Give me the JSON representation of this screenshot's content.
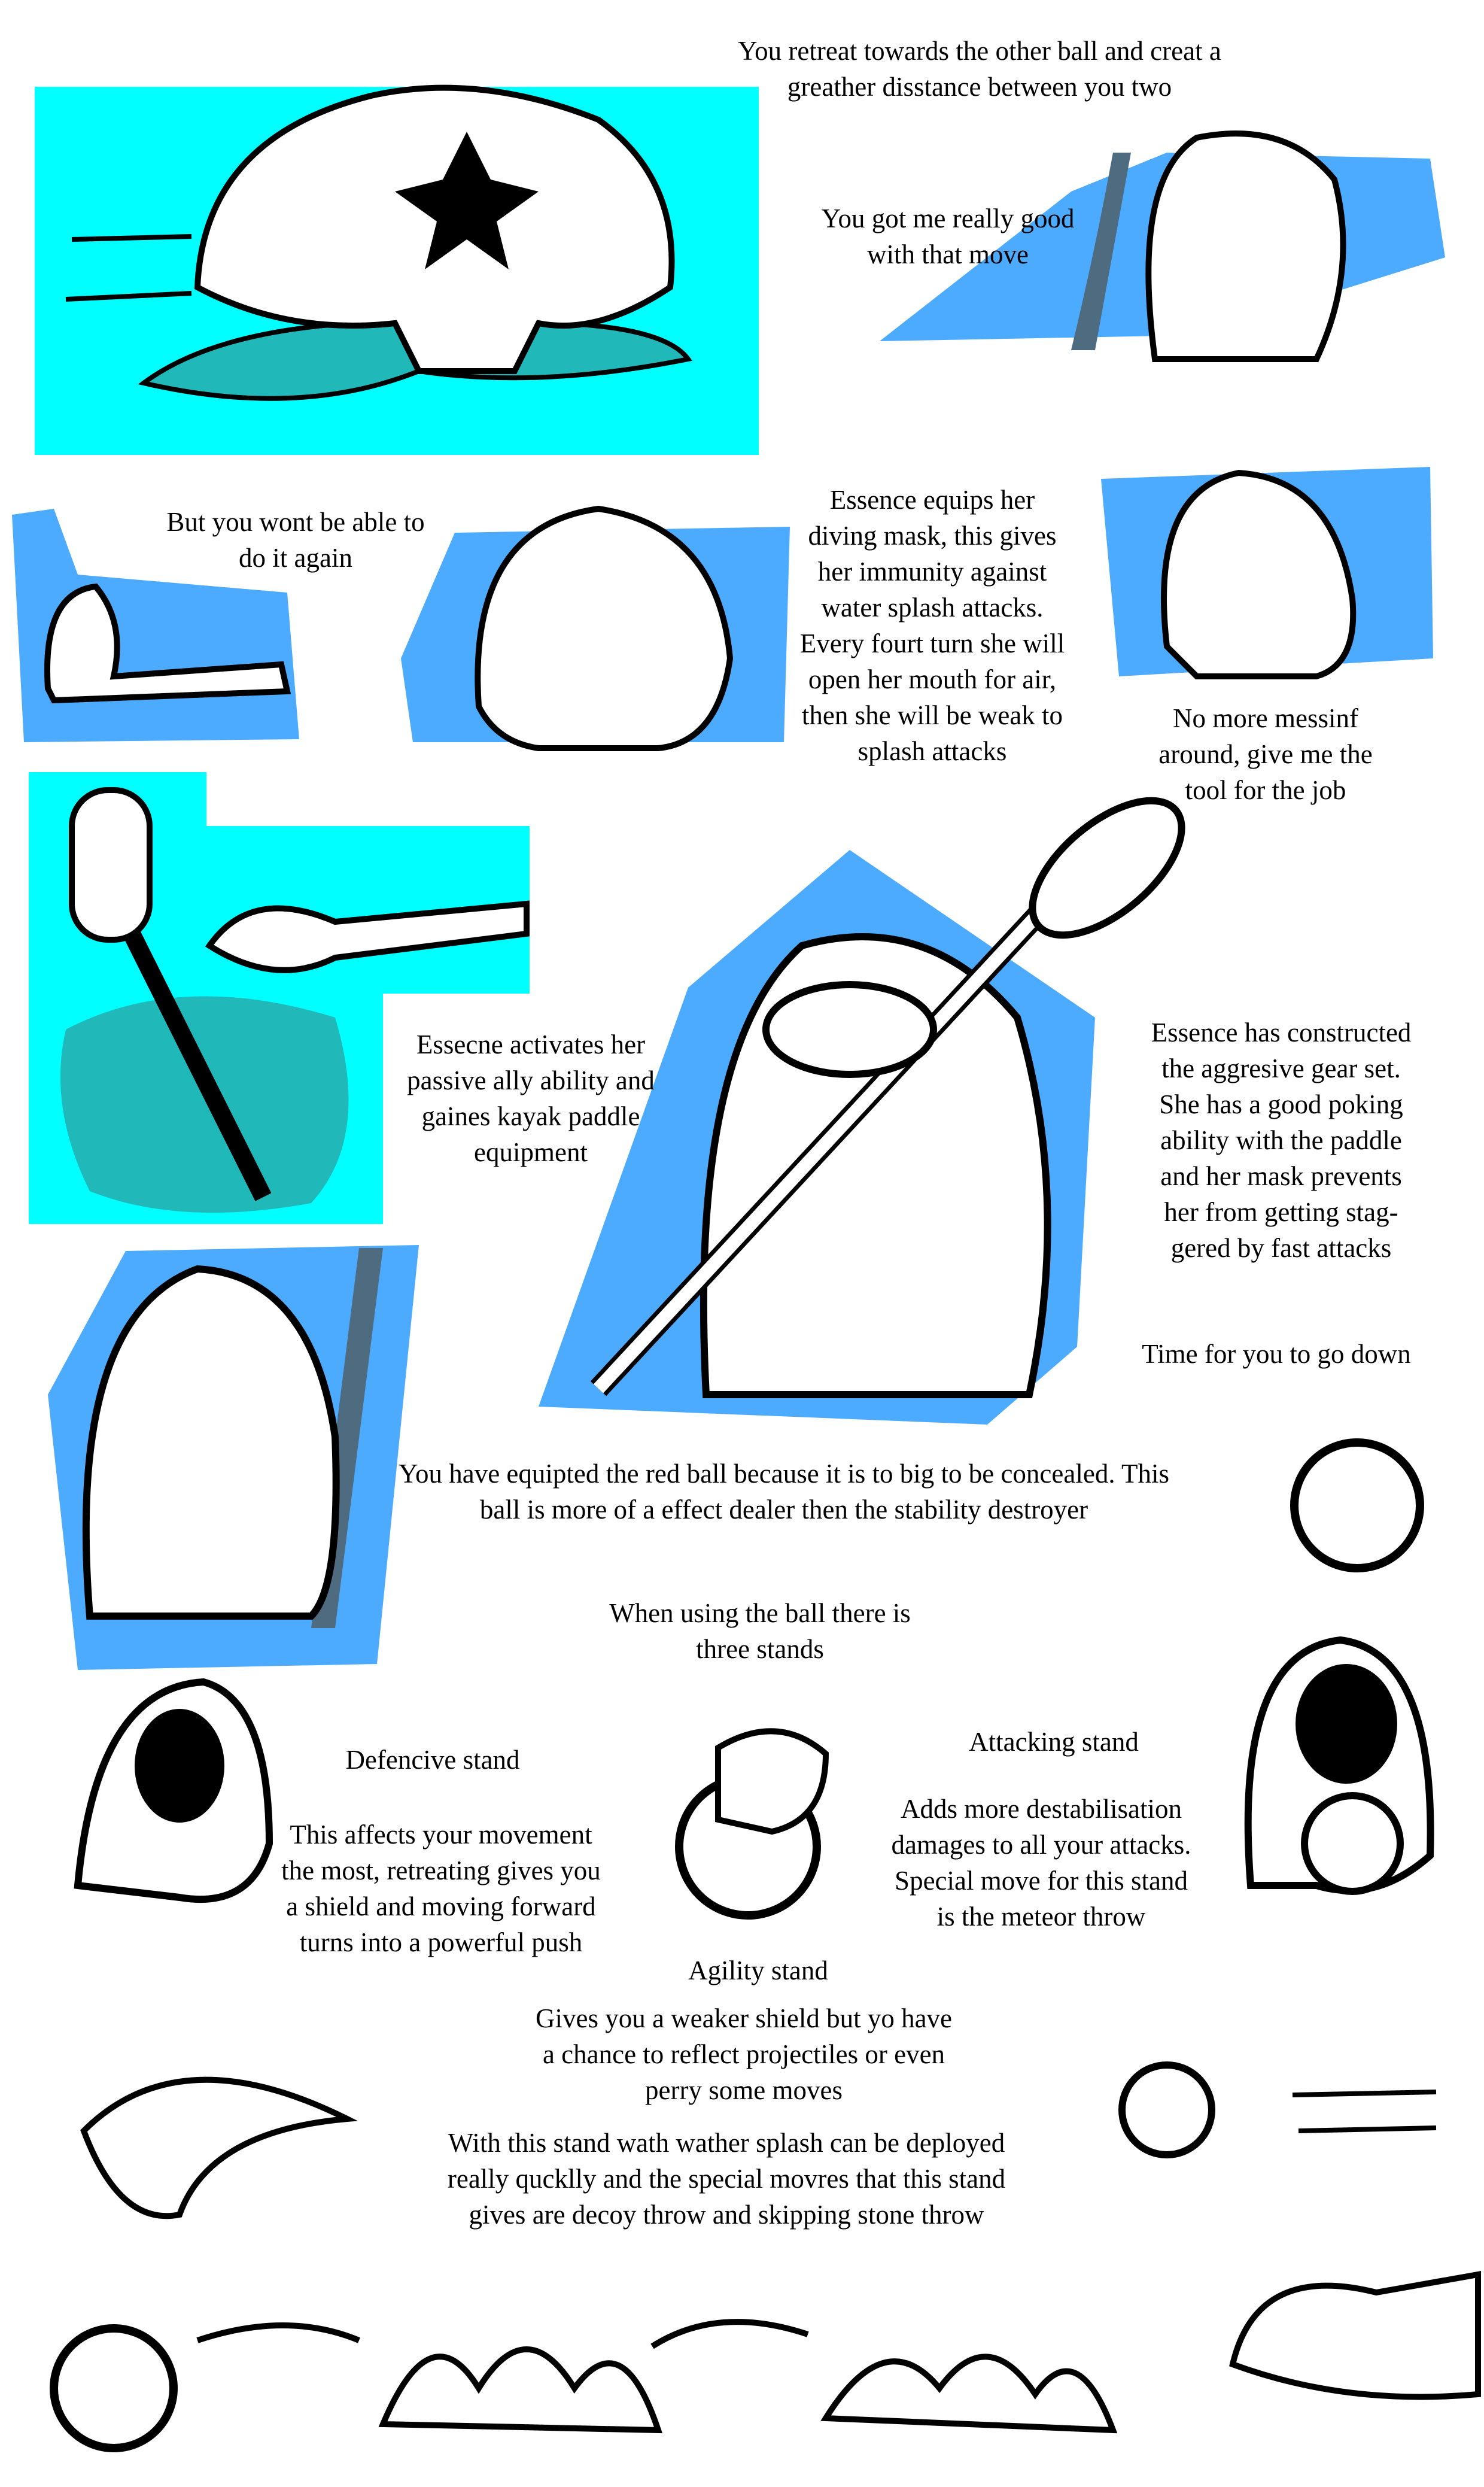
{
  "colors": {
    "cyan_panel": "#00ffff",
    "blue_panel": "#4dabff",
    "dark_stripe": "#4f6b80",
    "teal_water": "#20b8b8",
    "ink": "#000000"
  },
  "captions": {
    "retreat": [
      "You retreat towards the other ball and creat a",
      "greather disstance between you two"
    ],
    "got_me": [
      "You got me really good",
      "with that move"
    ],
    "wont_able": [
      "But you wont be able to",
      "do it again"
    ],
    "diving_mask": [
      "Essence equips her",
      "diving mask, this gives",
      "her immunity against",
      "water splash attacks.",
      "Every fourt turn she will",
      "open her mouth for air,",
      "then she will be weak to",
      "splash attacks"
    ],
    "no_more": [
      "No more messinf",
      "around, give me the",
      "tool for the job"
    ],
    "passive_ally": [
      "Essecne activates her",
      "passive ally ability and",
      "gaines kayak paddle",
      "equipment"
    ],
    "gear_set": [
      "Essence has constructed",
      "the aggresive gear set.",
      "She has a good poking",
      "ability  with the paddle",
      "and her mask prevents",
      "her from getting stag-",
      "gered by fast attacks"
    ],
    "go_down": [
      "Time for you to go down"
    ],
    "red_ball": [
      "You have equipted the red ball because it is to big to be concealed. This",
      "ball is more of a effect dealer then the stability destroyer"
    ],
    "three_stands": [
      "When using the ball there is",
      "three stands"
    ],
    "defencive_title": [
      "Defencive stand"
    ],
    "defencive_desc": [
      "This affects your movement",
      "the most, retreating gives you",
      "a shield and moving forward",
      "turns into a powerful push"
    ],
    "attacking_title": [
      "Attacking stand"
    ],
    "attacking_desc": [
      "Adds more destabilisation",
      "damages to all your attacks.",
      "Special move for this stand",
      "is the meteor throw"
    ],
    "agility_title": [
      "Agility stand"
    ],
    "agility_desc": [
      "Gives you a weaker shield but yo have",
      "a chance to reflect  projectiles or even",
      "perry some moves"
    ],
    "agility_special": [
      "With this stand wath wather splash can be deployed",
      "really qucklly and the special movres that this stand",
      "gives are decoy throw and skipping stone throw"
    ]
  }
}
